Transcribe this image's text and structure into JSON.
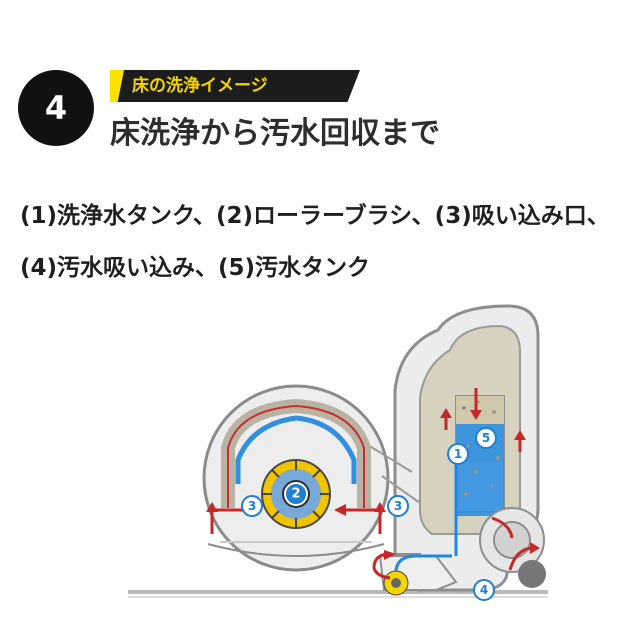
{
  "step": {
    "number": "4"
  },
  "tag": {
    "label": "床の洗浄イメージ"
  },
  "title": "床洗浄から汚水回収まで",
  "description": "(1)洗浄水タンク、(2)ローラーブラシ、(3)吸い込み口、(4)汚水吸い込み、(5)汚水タンク",
  "diagram_labels": {
    "one": "1",
    "two": "2",
    "three": "3",
    "four": "4",
    "five": "5"
  },
  "colors": {
    "tag_background": "#1c1c1c",
    "tag_text": "#f6d400",
    "clean_water": "#1f88e5",
    "dirty_water": "#c8c0a0",
    "airflow_arrow": "#c62828",
    "body_gray": "#d9d9d9"
  },
  "icons": {
    "step_badge": "black-circle-number",
    "machine": "wet-floor-cleaner-illustration",
    "zoom": "magnified-roller-brush-illustration"
  }
}
